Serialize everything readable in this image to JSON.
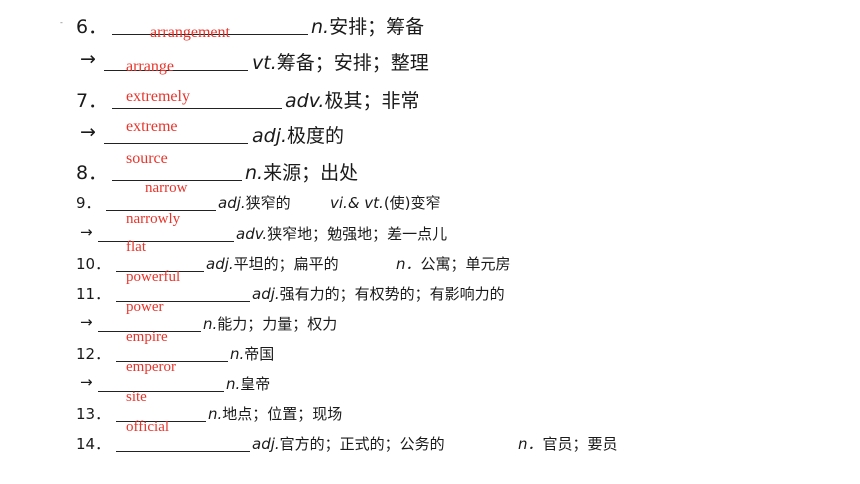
{
  "decor": "-",
  "items": [
    {
      "num": "6．",
      "answer": "arrangement",
      "pos": "n.",
      "meaning": "安排；筹备"
    },
    {
      "num": "→",
      "answer": "arrange",
      "pos": "vt.",
      "meaning": "筹备；安排；整理"
    },
    {
      "num": "7．",
      "answer": "extremely",
      "pos": "adv.",
      "meaning": "极其；非常"
    },
    {
      "num": "→",
      "answer": "extreme",
      "pos": "adj.",
      "meaning": "极度的"
    },
    {
      "num": "8．",
      "answer": "source",
      "pos": "n.",
      "meaning": "来源；出处"
    },
    {
      "num": "9．",
      "answer": "narrow",
      "pos": "adj.",
      "meaning": "狭窄的",
      "pos2": "vi.& vt.",
      "meaning2": "(使)变窄"
    },
    {
      "num": "→",
      "answer": "narrowly",
      "pos": "adv.",
      "meaning": "狭窄地；勉强地；差一点儿"
    },
    {
      "num": "10．",
      "answer": "flat",
      "pos": "adj.",
      "meaning": "平坦的；扁平的",
      "pos2": "n．",
      "meaning2": "公寓；单元房"
    },
    {
      "num": "11．",
      "answer": "powerful",
      "pos": "adj.",
      "meaning": "强有力的；有权势的；有影响力的"
    },
    {
      "num": "→",
      "answer": "power",
      "pos": "n.",
      "meaning": "能力；力量；权力"
    },
    {
      "num": "12．",
      "answer": "empire",
      "pos": "n.",
      "meaning": "帝国"
    },
    {
      "num": "→",
      "answer": "emperor",
      "pos": "n.",
      "meaning": "皇帝"
    },
    {
      "num": "13．",
      "answer": "site",
      "pos": "n.",
      "meaning": "地点；位置；现场"
    },
    {
      "num": "14．",
      "answer": "official",
      "pos": "adj.",
      "meaning": "官方的；正式的；公务的",
      "pos2": "n．",
      "meaning2": "官员；要员"
    }
  ]
}
